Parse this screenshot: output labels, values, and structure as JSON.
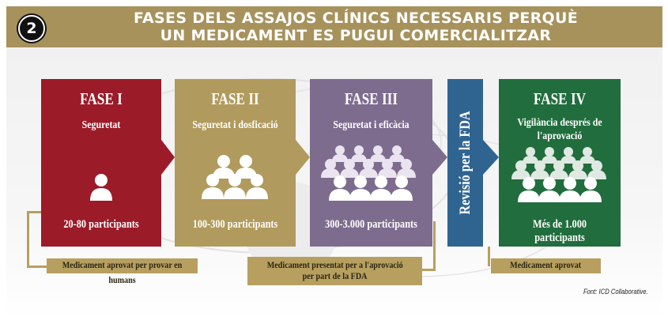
{
  "header": {
    "badge": "2",
    "title_line1": "FASES DELS ASSAJOS CLÍNICS NECESSARIS PERQUÈ",
    "title_line2": "UN MEDICAMENT ES PUGUI COMERCIALITZAR"
  },
  "phases": [
    {
      "name": "FASE I",
      "subtitle": "Seguretat",
      "participants": "20-80 participants",
      "color": "#9b1b29",
      "icon": "single-person-icon"
    },
    {
      "name": "FASE II",
      "subtitle": "Seguretat i dosficació",
      "participants": "100-300 participants",
      "color": "#b19a5d",
      "icon": "small-group-icon"
    },
    {
      "name": "FASE III",
      "subtitle": "Seguretat i eficàcia",
      "participants": "300-3.000  participants",
      "color": "#7e6c8f",
      "icon": "large-group-icon"
    },
    {
      "name": "FASE IV",
      "subtitle_line1": "Vigilància després de",
      "subtitle_line2": "l'aprovació",
      "participants": "Més de 1.000 participants",
      "color": "#216d3d",
      "icon": "crowd-icon"
    }
  ],
  "fda_review": {
    "label": "Revisió per la FDA",
    "color": "#2f6491"
  },
  "notes": {
    "note1": "Medicament aprovat per provar en humans",
    "note2_line1": "Medicament presentat per a l'aprovació",
    "note2_line2": "per part de la FDA",
    "note3": "Medicament aprovat"
  },
  "source": "Font: ICD Collaborative."
}
